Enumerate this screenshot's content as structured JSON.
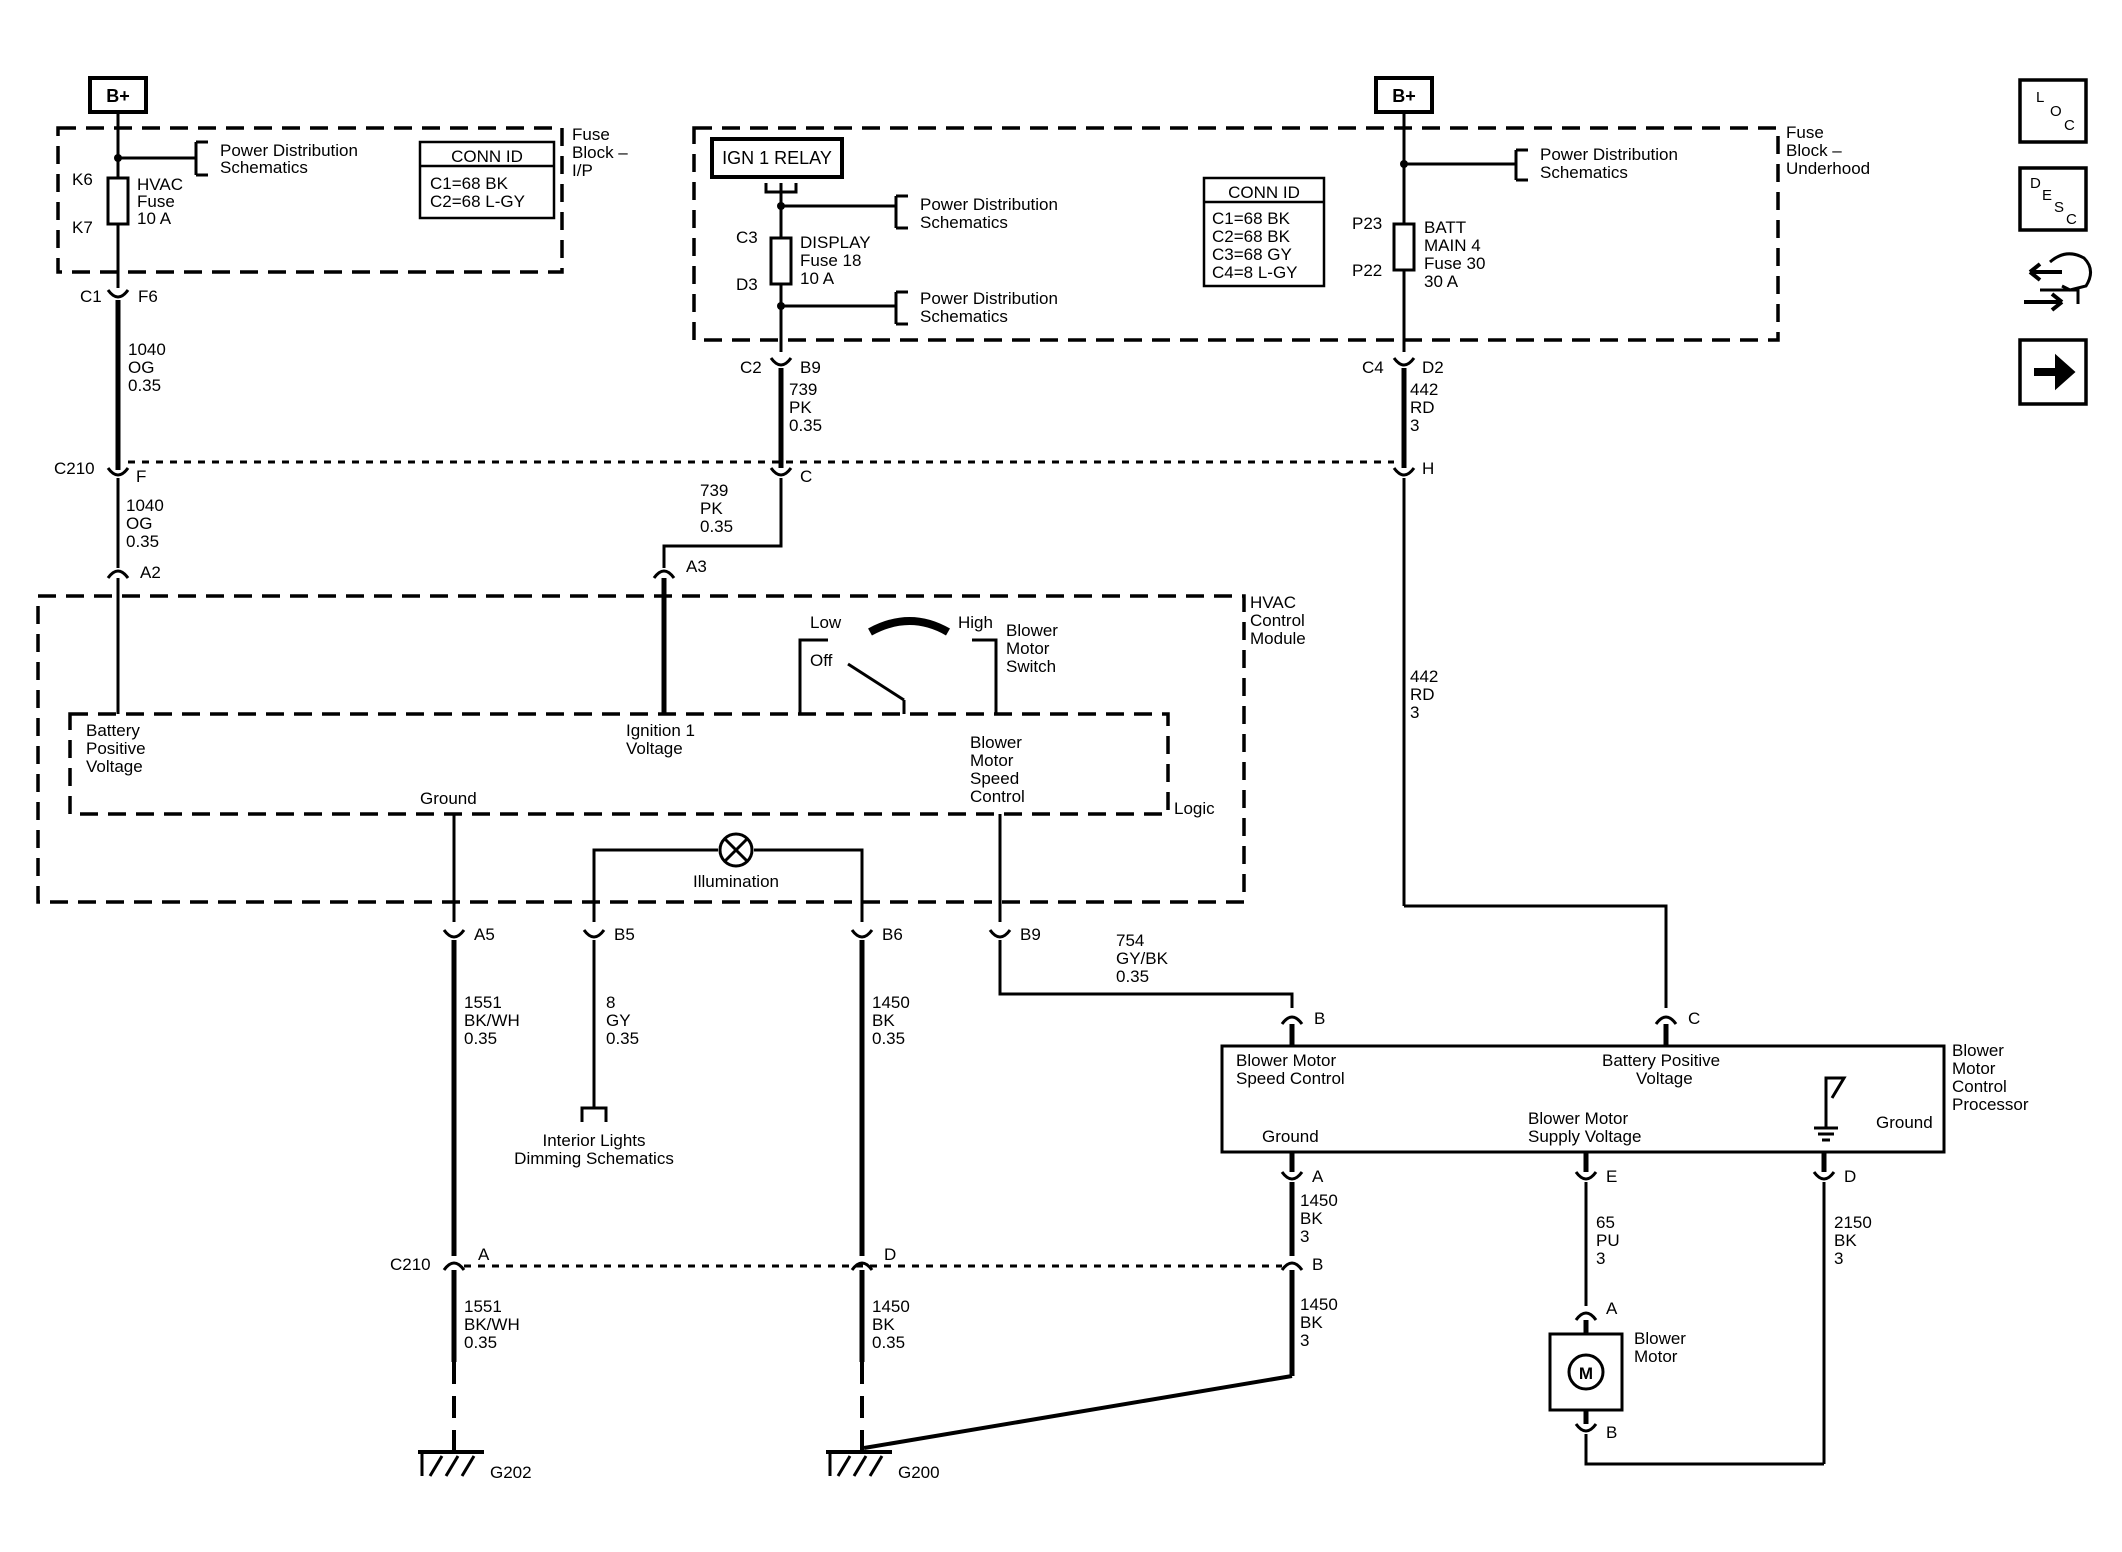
{
  "power": {
    "b_plus_left": "B+",
    "b_plus_right": "B+"
  },
  "fuse_block_ip": {
    "title": [
      "Fuse",
      "Block –",
      "I/P"
    ],
    "pin_k6": "K6",
    "pin_k7": "K7",
    "fuse": [
      "HVAC",
      "Fuse",
      "10 A"
    ],
    "pds": [
      "Power Distribution",
      "Schematics"
    ],
    "conn_id": {
      "header": "CONN ID",
      "rows": [
        "C1=68 BK",
        "C2=68 L-GY"
      ]
    }
  },
  "fuse_block_uh": {
    "title": [
      "Fuse",
      "Block –",
      "Underhood"
    ],
    "relay": "IGN 1 RELAY",
    "pin_c3": "C3",
    "pin_d3": "D3",
    "pin_p23": "P23",
    "pin_p22": "P22",
    "display_fuse": [
      "DISPLAY",
      "Fuse 18",
      "10 A"
    ],
    "batt_fuse": [
      "BATT",
      "MAIN 4",
      "Fuse 30",
      "30 A"
    ],
    "pds1": [
      "Power Distribution",
      "Schematics"
    ],
    "pds2": [
      "Power Distribution",
      "Schematics"
    ],
    "pds3": [
      "Power Distribution",
      "Schematics"
    ],
    "conn_id": {
      "header": "CONN ID",
      "rows": [
        "C1=68 BK",
        "C2=68 BK",
        "C3=68 GY",
        "C4=8 L-GY"
      ]
    }
  },
  "connectors": {
    "c1": "C1",
    "f6": "F6",
    "c2": "C2",
    "b9_top": "B9",
    "c4": "C4",
    "d2": "D2",
    "c210_top": "C210",
    "f": "F",
    "c": "C",
    "h": "H",
    "a2": "A2",
    "a3": "A3",
    "a5": "A5",
    "b5": "B5",
    "b6": "B6",
    "b9": "B9",
    "bmcp_b": "B",
    "bmcp_c": "C",
    "bmcp_a": "A",
    "bmcp_e": "E",
    "bmcp_d": "D",
    "c210_bot": "C210",
    "a_bot": "A",
    "d_bot": "D",
    "b_bot": "B",
    "motor_a": "A",
    "motor_b": "B"
  },
  "wires": {
    "w1040_top": [
      "1040",
      "OG",
      "0.35"
    ],
    "w739_top": [
      "739",
      "PK",
      "0.35"
    ],
    "w442_top": [
      "442",
      "RD",
      "3"
    ],
    "w1040_mid": [
      "1040",
      "OG",
      "0.35"
    ],
    "w739_mid": [
      "739",
      "PK",
      "0.35"
    ],
    "w442_mid": [
      "442",
      "RD",
      "3"
    ],
    "w1551_top": [
      "1551",
      "BK/WH",
      "0.35"
    ],
    "w8": [
      "8",
      "GY",
      "0.35"
    ],
    "w1450_top": [
      "1450",
      "BK",
      "0.35"
    ],
    "w754": [
      "754",
      "GY/BK",
      "0.35"
    ],
    "w1450_a": [
      "1450",
      "BK",
      "3"
    ],
    "w65": [
      "65",
      "PU",
      "3"
    ],
    "w2150": [
      "2150",
      "BK",
      "3"
    ],
    "w1551_bot": [
      "1551",
      "BK/WH",
      "0.35"
    ],
    "w1450_bot": [
      "1450",
      "BK",
      "0.35"
    ],
    "w1450_b": [
      "1450",
      "BK",
      "3"
    ]
  },
  "hvac_module": {
    "title": [
      "HVAC",
      "Control",
      "Module"
    ],
    "logic": "Logic",
    "batt_pos": [
      "Battery",
      "Positive",
      "Voltage"
    ],
    "ign1": [
      "Ignition 1",
      "Voltage"
    ],
    "bmsc": [
      "Blower",
      "Motor",
      "Speed",
      "Control"
    ],
    "ground": "Ground",
    "illumination": "Illumination",
    "switch_low": "Low",
    "switch_high": "High",
    "switch_off": "Off",
    "switch_name": [
      "Blower",
      "Motor",
      "Switch"
    ]
  },
  "interior_lights": [
    "Interior Lights",
    "Dimming Schematics"
  ],
  "bmcp": {
    "title": [
      "Blower",
      "Motor",
      "Control",
      "Processor"
    ],
    "speed_ctrl": [
      "Blower Motor",
      "Speed Control"
    ],
    "batt_pos": [
      "Battery Positive",
      "Voltage"
    ],
    "supply": [
      "Blower Motor",
      "Supply Voltage"
    ],
    "ground_left": "Ground",
    "ground_right": "Ground"
  },
  "motor": {
    "symbol": "M",
    "name": [
      "Blower",
      "Motor"
    ]
  },
  "grounds": {
    "g202": "G202",
    "g200": "G200"
  },
  "nav": {
    "loc": [
      "L",
      "O",
      "C"
    ],
    "desc": [
      "D",
      "E",
      "S",
      "C"
    ]
  }
}
